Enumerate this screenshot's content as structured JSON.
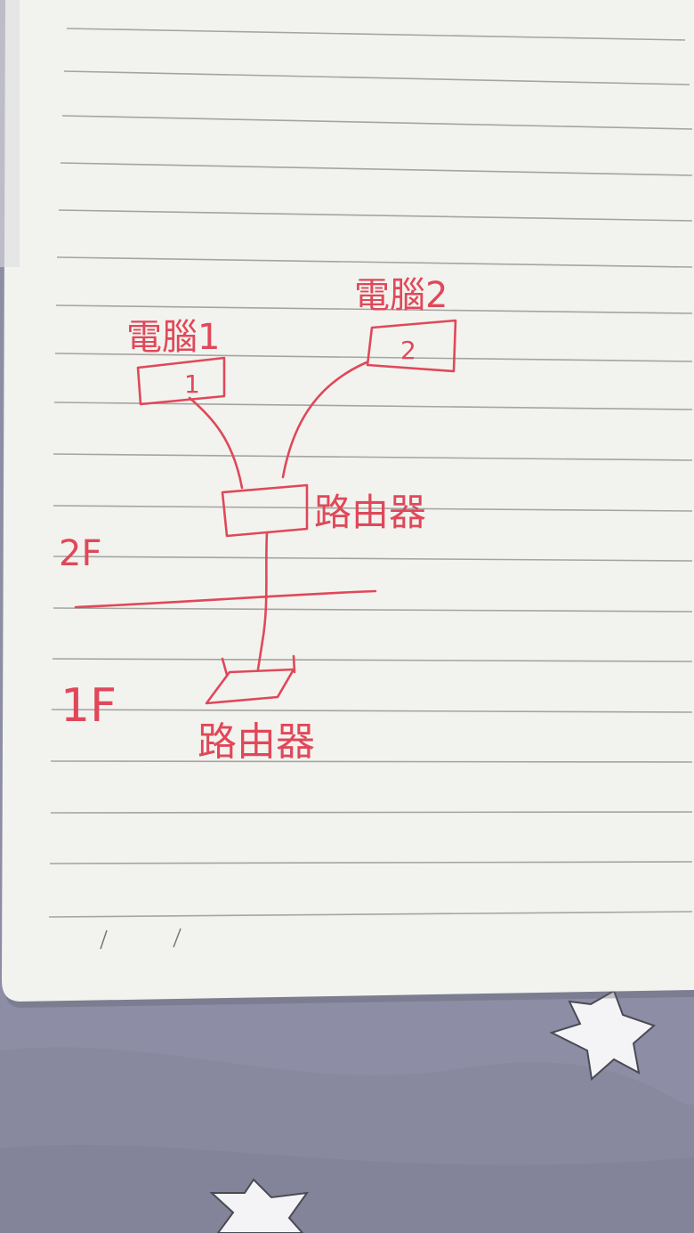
{
  "diagram": {
    "ink_color": "#e0485a",
    "nodes": {
      "computer_1": {
        "label": "電腦1",
        "box_label": "1"
      },
      "computer_2": {
        "label": "電腦2",
        "box_label": "2"
      },
      "router_upper": {
        "label": "路由器"
      },
      "router_lower": {
        "label": "路由器"
      }
    },
    "floors": {
      "upper": "2F",
      "lower": "1F"
    }
  },
  "background": {
    "paper_color": "#f2f3ee",
    "rule_color": "#8a8c88",
    "fabric_color": "#8d8da6",
    "star_color": "#f4f4f6"
  }
}
